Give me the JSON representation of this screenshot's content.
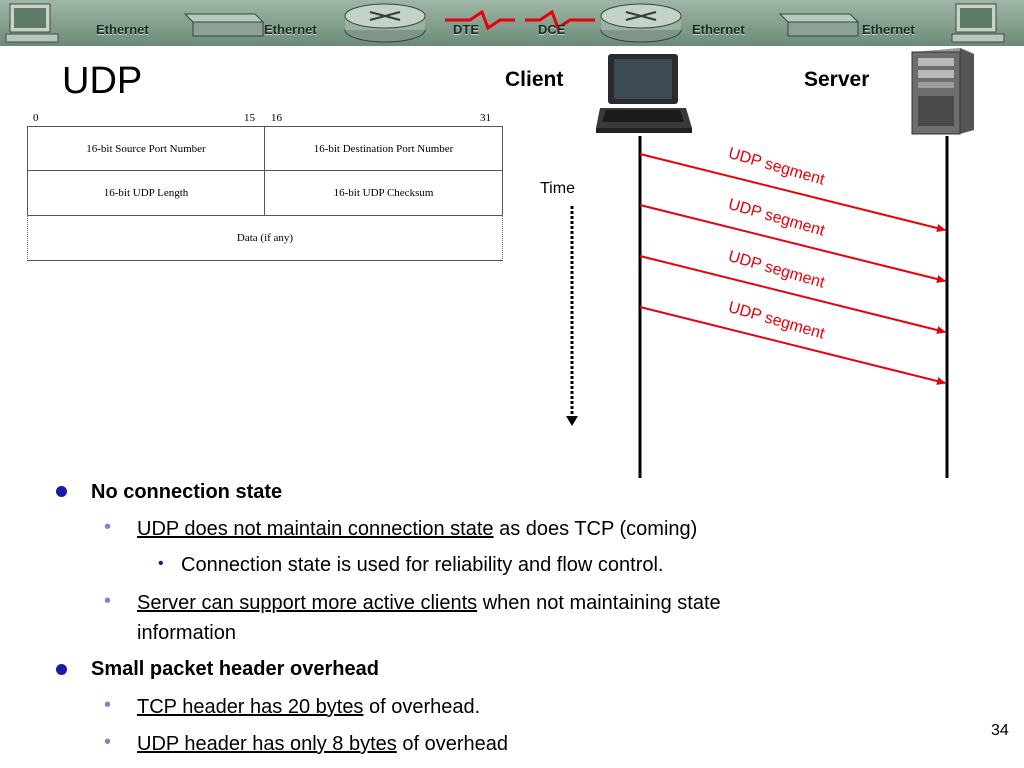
{
  "banner": {
    "labels": [
      "Ethernet",
      "Ethernet",
      "DTE",
      "DCE",
      "Ethernet",
      "Ethernet"
    ]
  },
  "slide": {
    "title": "UDP",
    "number": "34"
  },
  "diagram": {
    "client_label": "Client",
    "server_label": "Server",
    "time_label": "Time",
    "segment_labels": [
      "UDP segment",
      "UDP segment",
      "UDP segment",
      "UDP segment"
    ]
  },
  "udp_header": {
    "bit_numbers": [
      "0",
      "15",
      "16",
      "31"
    ],
    "source_port": "16-bit Source Port Number",
    "dest_port": "16-bit Destination Port Number",
    "length": "16-bit UDP Length",
    "checksum": "16-bit UDP Checksum",
    "data": "Data (if any)"
  },
  "bullets": {
    "b1": "No connection state",
    "b1_1_u": "UDP does not maintain connection state",
    "b1_1_rest": " as does TCP (coming)",
    "b1_1_1": "Connection state is used for reliability and flow control.",
    "b1_2_u": "Server can support more active clients",
    "b1_2_rest": " when not maintaining state",
    "b1_2_cont": "information",
    "b2": "Small packet header overhead",
    "b2_1_u": "TCP header has 20 bytes",
    "b2_1_rest": " of overhead.",
    "b2_2_u": "UDP header has only 8 bytes",
    "b2_2_rest": " of overhead"
  },
  "colors": {
    "arrow": "#e8000b",
    "bullet_level1": "#1a1aa8",
    "bullet_level2": "#7f84c8"
  }
}
